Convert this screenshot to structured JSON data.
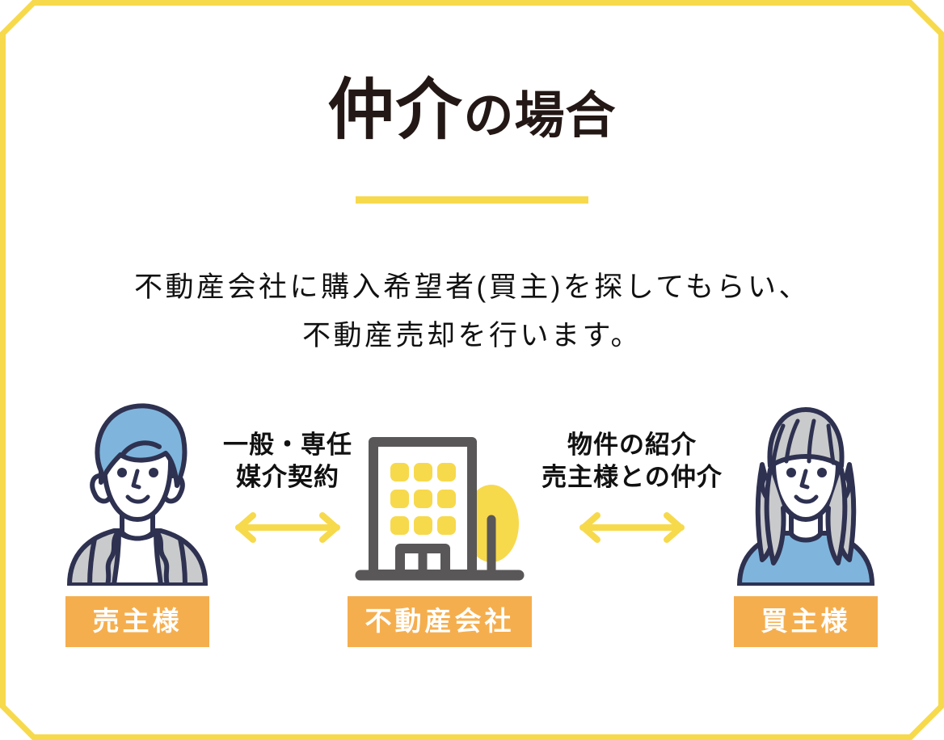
{
  "frame": {
    "border_color": "#F7D94C",
    "background": "#ffffff"
  },
  "title": {
    "main": "仲介",
    "sub": "の場合",
    "rule_color": "#F7D94C"
  },
  "description": {
    "line1": "不動産会社に購入希望者(買主)を探してもらい、",
    "line2": "不動産売却を行います。"
  },
  "diagram": {
    "nodes": [
      {
        "id": "seller",
        "label": "売主様",
        "icon": "person-blue-hair-avatar",
        "label_bg": "#F5AE4E",
        "label_color": "#ffffff"
      },
      {
        "id": "agency",
        "label": "不動産会社",
        "icon": "office-building-icon",
        "label_bg": "#F5AE4E",
        "label_color": "#ffffff"
      },
      {
        "id": "buyer",
        "label": "買主様",
        "icon": "person-gray-hair-avatar",
        "label_bg": "#F5AE4E",
        "label_color": "#ffffff"
      }
    ],
    "relations": [
      {
        "id": "seller-agency",
        "line1": "一般・専任",
        "line2": "媒介契約",
        "arrow": "double-arrow-icon",
        "arrow_color": "#F7D94C"
      },
      {
        "id": "agency-buyer",
        "line1": "物件の紹介",
        "line2": "売主様との仲介",
        "arrow": "double-arrow-icon",
        "arrow_color": "#F7D94C"
      }
    ]
  },
  "colors": {
    "yellow": "#F7D94C",
    "orange": "#F5AE4E",
    "ink": "#2E3150",
    "gray": "#C9CACB",
    "blue_hair": "#7FB5DC",
    "blue_shirt": "#7FB5DC",
    "building_gray": "#595757",
    "window_yellow": "#F7D94C",
    "text_dark": "#231815"
  }
}
